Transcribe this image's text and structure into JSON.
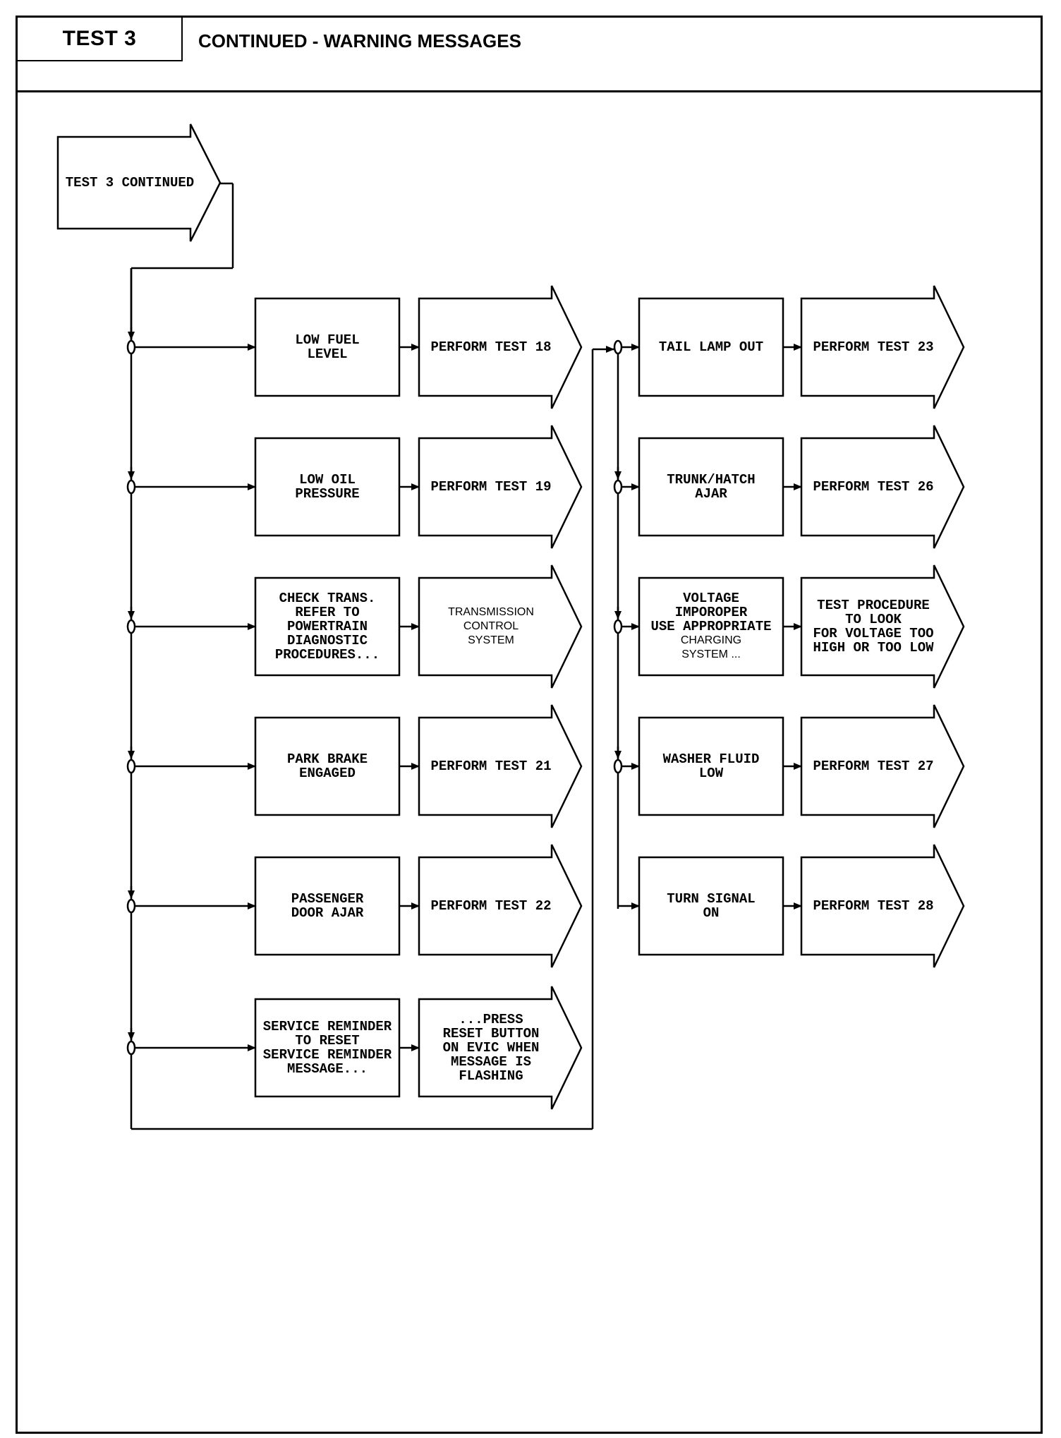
{
  "header": {
    "test_label": "TEST 3",
    "title": "CONTINUED - WARNING MESSAGES"
  },
  "start_node": {
    "label": "TEST 3 CONTINUED"
  },
  "left_column": [
    {
      "message": [
        "LOW FUEL",
        "LEVEL"
      ],
      "action": [
        "PERFORM TEST 18"
      ]
    },
    {
      "message": [
        "LOW OIL",
        "PRESSURE"
      ],
      "action": [
        "PERFORM TEST 19"
      ]
    },
    {
      "message": [
        "CHECK TRANS.",
        "REFER TO",
        "POWERTRAIN",
        "DIAGNOSTIC",
        "PROCEDURES..."
      ],
      "action": [
        "TRANSMISSION",
        "CONTROL",
        "SYSTEM"
      ]
    },
    {
      "message": [
        "PARK BRAKE",
        "ENGAGED"
      ],
      "action": [
        "PERFORM TEST 21"
      ]
    },
    {
      "message": [
        "PASSENGER",
        "DOOR AJAR"
      ],
      "action": [
        "PERFORM TEST 22"
      ]
    },
    {
      "message": [
        "SERVICE REMINDER",
        "TO RESET",
        "SERVICE REMINDER",
        "MESSAGE..."
      ],
      "action": [
        "...PRESS",
        "RESET BUTTON",
        "ON EVIC WHEN",
        "MESSAGE IS",
        "FLASHING"
      ]
    }
  ],
  "right_column": [
    {
      "message": [
        "TAIL LAMP OUT"
      ],
      "action": [
        "PERFORM TEST 23"
      ]
    },
    {
      "message": [
        "TRUNK/HATCH",
        "AJAR"
      ],
      "action": [
        "PERFORM TEST 26"
      ]
    },
    {
      "message": [
        "VOLTAGE",
        "IMPOROPER",
        "USE APPROPRIATE",
        "CHARGING",
        "SYSTEM ..."
      ],
      "action": [
        "TEST PROCEDURE",
        "TO LOOK",
        "FOR VOLTAGE TOO",
        "HIGH OR TOO LOW"
      ]
    },
    {
      "message": [
        "WASHER FLUID",
        "LOW"
      ],
      "action": [
        "PERFORM TEST 27"
      ]
    },
    {
      "message": [
        "TURN SIGNAL",
        "ON"
      ],
      "action": [
        "PERFORM TEST 28"
      ]
    }
  ]
}
